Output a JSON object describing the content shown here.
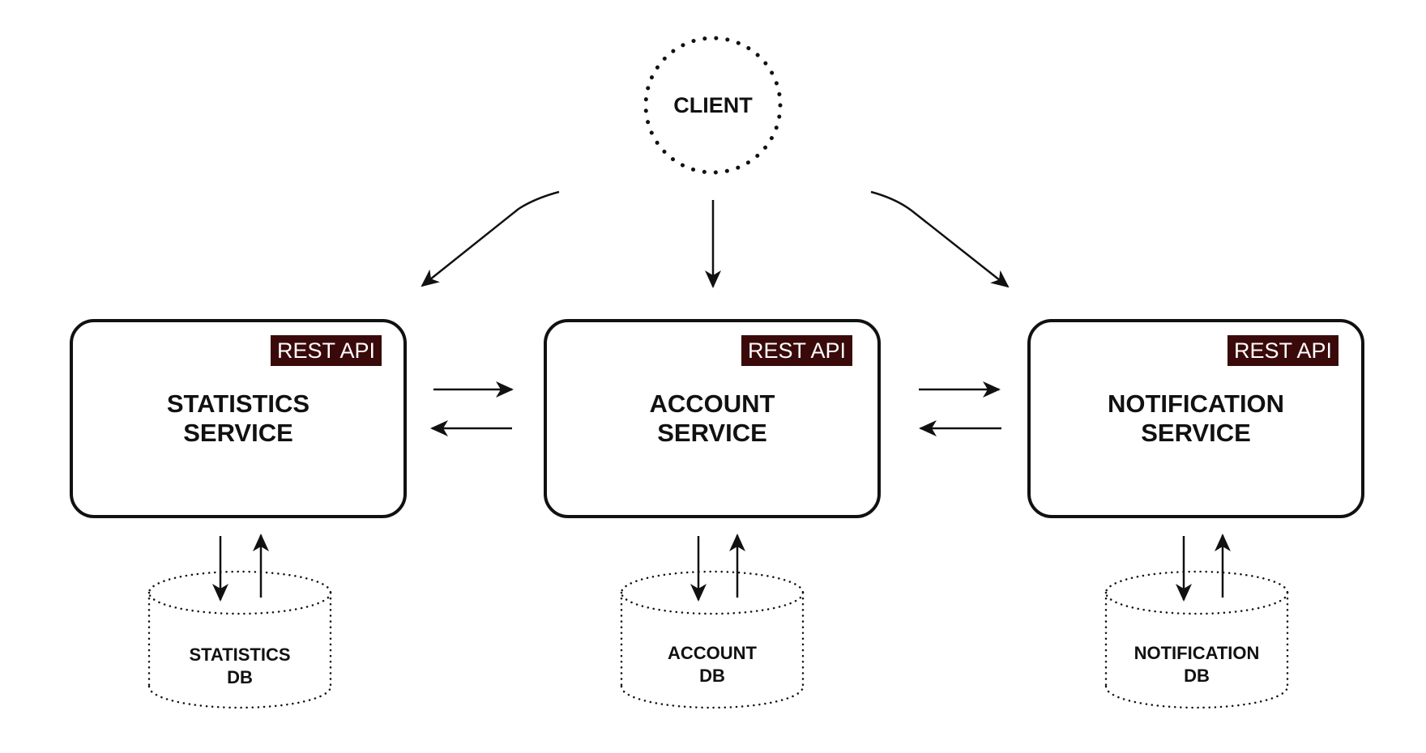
{
  "diagram": {
    "client": {
      "label": "CLIENT"
    },
    "services": [
      {
        "line1": "STATISTICS",
        "line2": "SERVICE",
        "badge": "REST API"
      },
      {
        "line1": "ACCOUNT",
        "line2": "SERVICE",
        "badge": "REST API"
      },
      {
        "line1": "NOTIFICATION",
        "line2": "SERVICE",
        "badge": "REST API"
      }
    ],
    "databases": [
      {
        "line1": "STATISTICS",
        "line2": "DB"
      },
      {
        "line1": "ACCOUNT",
        "line2": "DB"
      },
      {
        "line1": "NOTIFICATION",
        "line2": "DB"
      }
    ],
    "colors": {
      "stroke": "#111111",
      "badge_background": "#3a0a0a",
      "badge_text": "#ffffff"
    }
  }
}
